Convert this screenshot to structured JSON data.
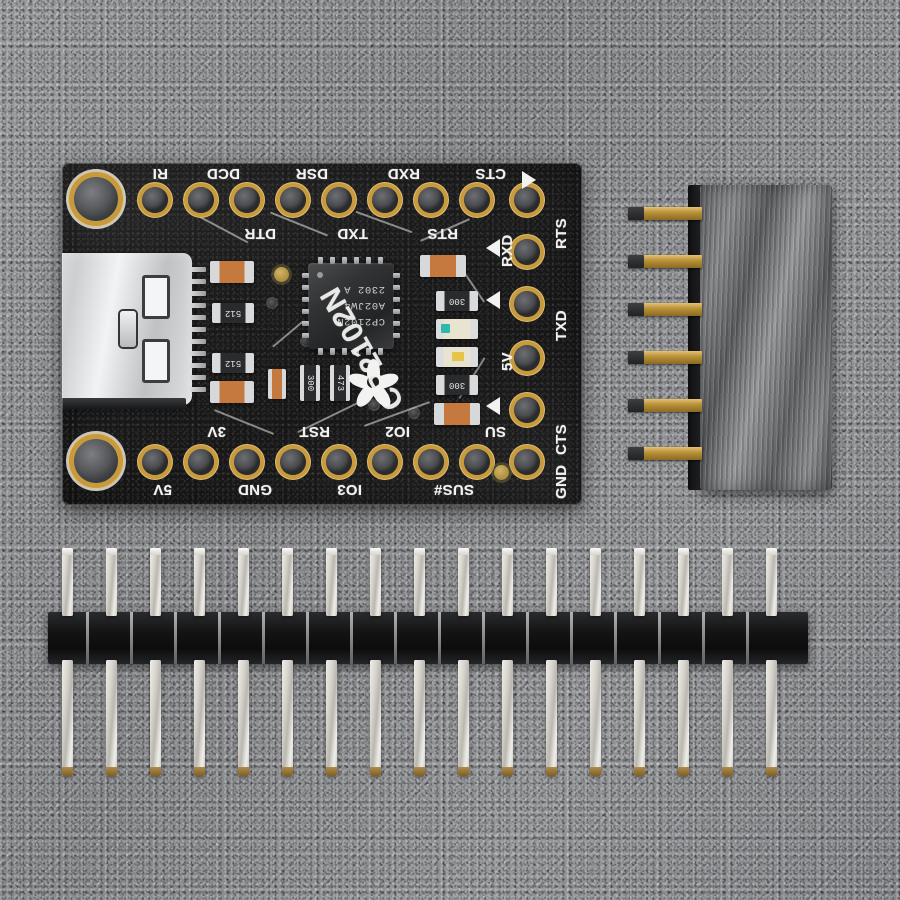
{
  "scene": {
    "description": "Product photo of a CP2102N USB-to-Serial converter breakout board with loose header strips on a gray textured surface",
    "background_color": "#8e8f92"
  },
  "board": {
    "name": "CP2102N Friend USB to Serial Converter Breakout",
    "pcb_color": "#1b1b1c",
    "pad_color": "#c79a3e",
    "silkscreen_color": "#f2f2f0",
    "large_silk_label": "CP2102N",
    "logo_name": "adafruit-flower-logo",
    "chip": {
      "package": "QFN",
      "line1": "CP2102N",
      "line2": "A02JW4",
      "line3": "2302 A"
    },
    "connector": {
      "type": "USB-C",
      "name": "usb-c-connector",
      "color": "#d5d6d8"
    },
    "top_row_outer_labels": [
      "RI",
      "DCD",
      "DSR",
      "RXD",
      "CTS"
    ],
    "top_row_inner_labels": [
      "DTR",
      "TXD",
      "RTS"
    ],
    "right_column_outer_labels": [
      "RTS",
      "TXD",
      "CTS",
      "GND"
    ],
    "right_column_inner_labels": [
      "RXD",
      "5V"
    ],
    "bottom_row_outer_labels": [
      "5V",
      "GND",
      "IO3",
      "SUS#"
    ],
    "bottom_row_inner_labels": [
      "3V",
      "RST",
      "IO2",
      "SU"
    ],
    "pin_counts": {
      "top_row": 9,
      "bottom_row": 9,
      "right_column": 4,
      "mounting_holes": 2
    },
    "components": {
      "resistor_markings": [
        "512",
        "512",
        "300",
        "300",
        "473"
      ],
      "leds": [
        {
          "name": "led-rx",
          "color": "#2fb9ac"
        },
        {
          "name": "led-tx",
          "color": "#e8c34a"
        }
      ],
      "capacitor_color": "#c6793f"
    }
  },
  "socket_header": {
    "name": "female-socket-header",
    "type": "female",
    "pin_count": 6,
    "body_color": "#7b7c7e",
    "pin_color": "#b68f35"
  },
  "pin_header": {
    "name": "male-pin-header-strip",
    "type": "male",
    "pin_count": 17,
    "body_color": "#131314",
    "pin_color": "#d8d6ce"
  }
}
